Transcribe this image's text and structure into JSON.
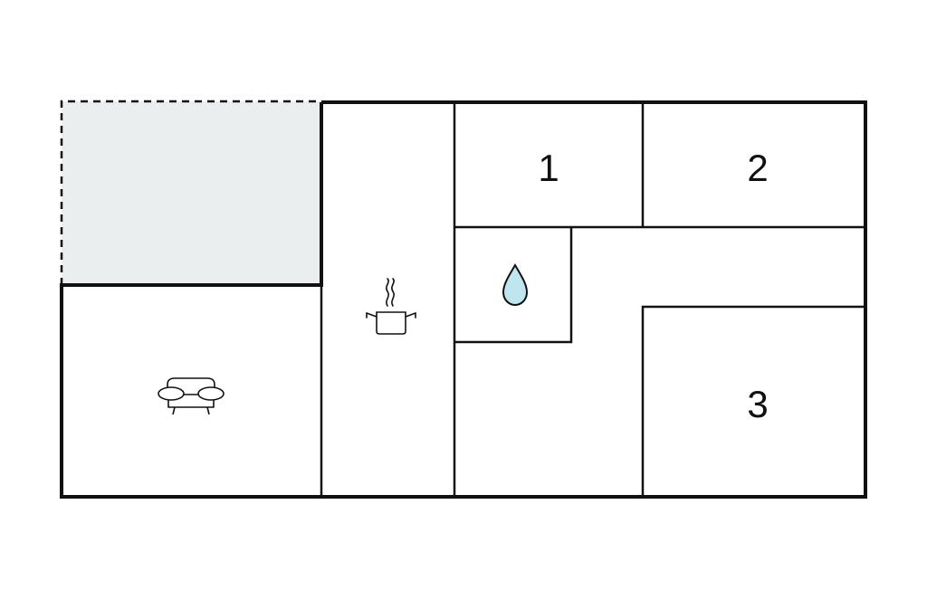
{
  "floorplan": {
    "colors": {
      "wall": "#111111",
      "terrace_fill": "#eaeeef",
      "water_fill": "#bfe6ee",
      "background": "#ffffff"
    },
    "rooms": [
      {
        "id": "terrace",
        "icon": null,
        "label": ""
      },
      {
        "id": "living-room",
        "icon": "sofa-icon",
        "label": ""
      },
      {
        "id": "kitchen",
        "icon": "cooking-pot-icon",
        "label": ""
      },
      {
        "id": "bedroom-1",
        "icon": null,
        "label": "1"
      },
      {
        "id": "bedroom-2",
        "icon": null,
        "label": "2"
      },
      {
        "id": "bathroom",
        "icon": "water-drop-icon",
        "label": ""
      },
      {
        "id": "hallway",
        "icon": null,
        "label": ""
      },
      {
        "id": "bedroom-3",
        "icon": null,
        "label": "3"
      }
    ]
  }
}
